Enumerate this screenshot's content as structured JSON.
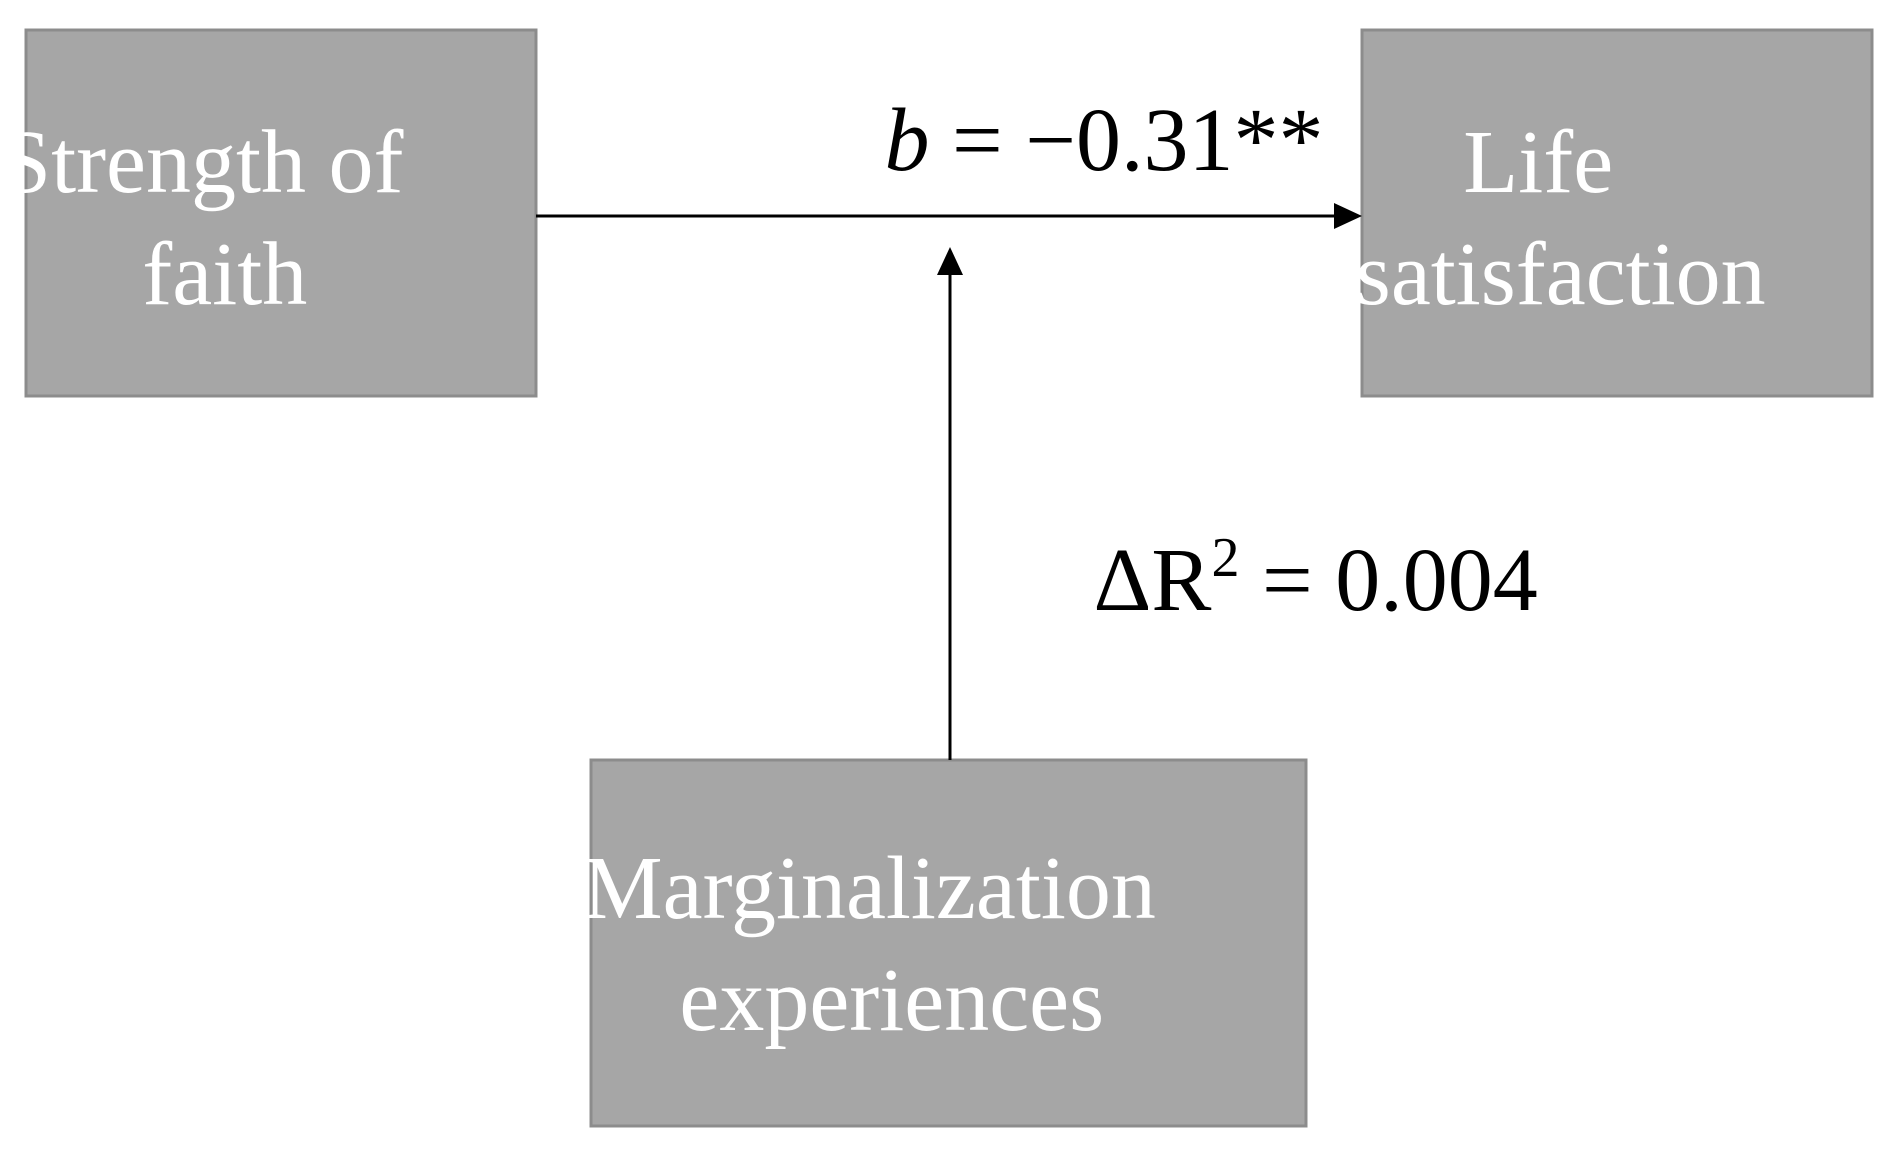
{
  "nodes": {
    "predictor": {
      "line1": "Strength of",
      "line2": "faith"
    },
    "outcome": {
      "line1": "Life",
      "line2": "satisfaction"
    },
    "moderator": {
      "line1": "Marginalization",
      "line2": "experiences"
    }
  },
  "edges": {
    "main_path": {
      "coef_symbol": "b",
      "coef_rest": " = −0.31**"
    },
    "moderation": {
      "delta": "ΔR",
      "sup": "2",
      "rest": " = 0.004"
    }
  },
  "colors": {
    "box_fill": "#a6a6a6",
    "box_text": "#ffffff",
    "line": "#000000"
  }
}
